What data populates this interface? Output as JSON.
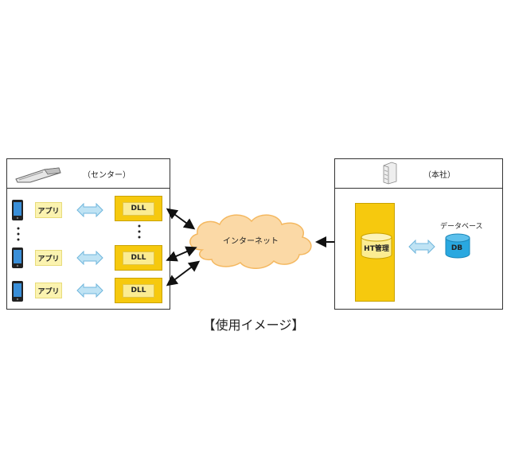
{
  "center": {
    "title": "（センター）",
    "rows": [
      {
        "app": "アプリ",
        "dll": "DLL"
      },
      {
        "app": "アプリ",
        "dll": "DLL"
      },
      {
        "app": "アプリ",
        "dll": "DLL"
      }
    ]
  },
  "internet": {
    "label": "インターネット"
  },
  "hq": {
    "title": "（本社）",
    "ht_label": "HT管理",
    "db_title": "データベース",
    "db_label": "DB"
  },
  "caption": "【使用イメージ】",
  "colors": {
    "dll": "#f6c90e",
    "app": "#fbf3b0",
    "cloud": "#fbd9a6",
    "db": "#29a8e0",
    "arrow_blue": "#8fcbe8"
  }
}
